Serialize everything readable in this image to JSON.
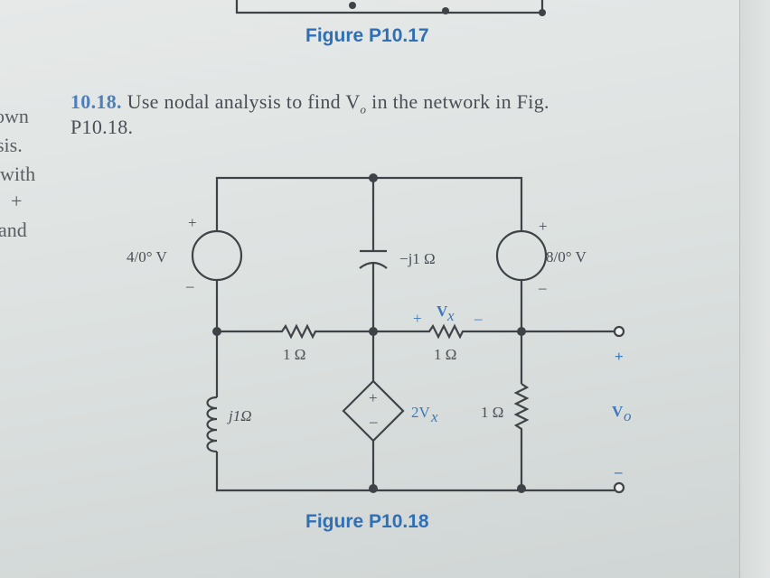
{
  "previous_figure": {
    "caption": "Figure P10.17"
  },
  "margin_fragments": [
    "own",
    "sis.",
    "with",
    "+",
    "and"
  ],
  "problem": {
    "number": "10.18.",
    "text_line1": "Use nodal analysis to find V",
    "subscript": "o",
    "text_line1_end": " in the network in Fig.",
    "text_line2": "P10.18."
  },
  "circuit": {
    "left_source": {
      "label": "4/0° V",
      "plus": "+",
      "minus": "–"
    },
    "capacitor": {
      "label": "−j1 Ω"
    },
    "right_source": {
      "label": "8/0° V",
      "plus": "+",
      "minus": "–"
    },
    "left_resistor": {
      "label": "1 Ω"
    },
    "middle_resistor": {
      "label": "1 Ω",
      "vx_plus": "+",
      "vx": "V",
      "vx_sub": "x",
      "vx_minus": "–"
    },
    "inductor": {
      "label": "j1Ω"
    },
    "dependent_source": {
      "label": "2V",
      "label_sub": "x",
      "plus": "+",
      "minus": "–"
    },
    "right_resistor": {
      "label": "1 Ω"
    },
    "output": {
      "plus": "+",
      "label": "V",
      "label_sub": "o",
      "minus": "–"
    }
  },
  "figure": {
    "caption": "Figure P10.18"
  }
}
